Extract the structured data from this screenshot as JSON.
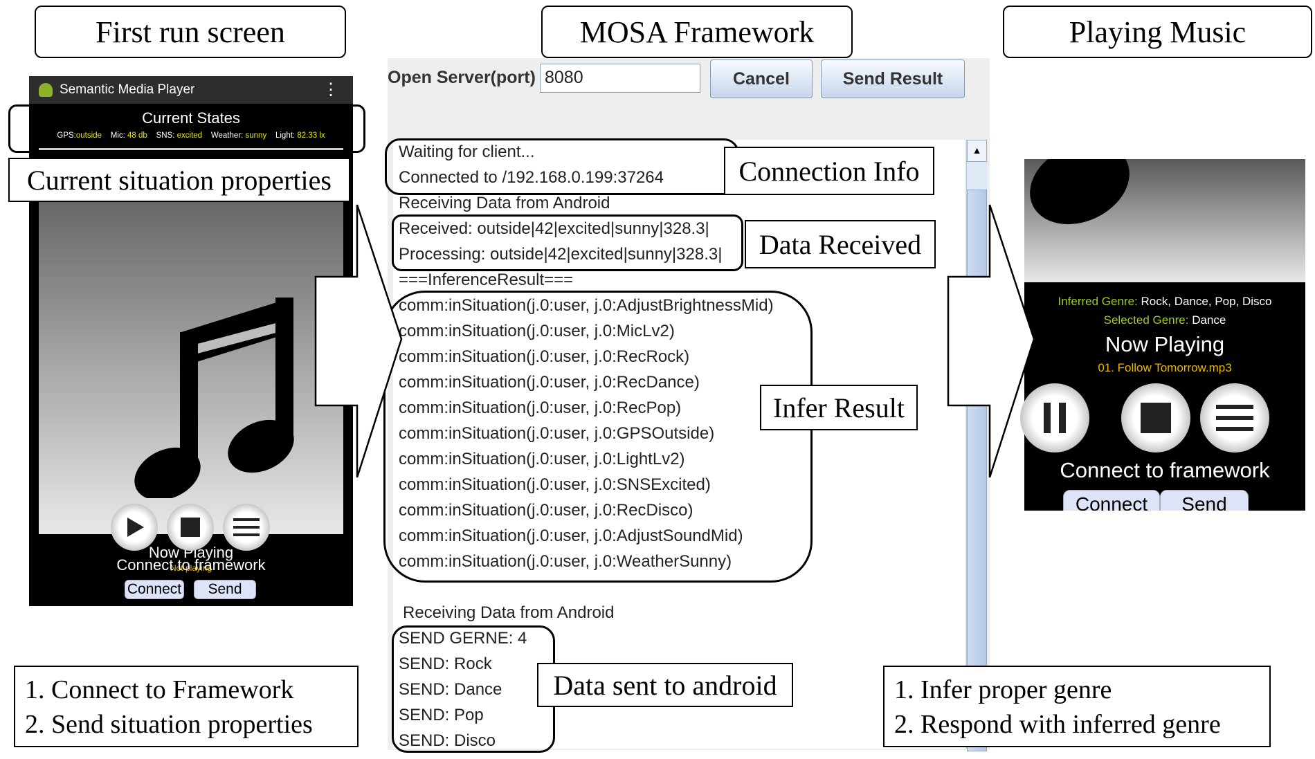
{
  "titles": {
    "left": "First run screen",
    "center": "MOSA Framework",
    "right": "Playing Music"
  },
  "left_phone": {
    "app_title": "Semantic Media Player",
    "current_states": "Current States",
    "states_line": [
      {
        "label": "GPS:",
        "value": "outside"
      },
      {
        "label": "Mic:",
        "value": "48 db"
      },
      {
        "label": "SNS:",
        "value": "excited"
      },
      {
        "label": "Weather:",
        "value": "sunny"
      },
      {
        "label": "Light:",
        "value": "82.33 lx"
      }
    ],
    "now_playing": "Now Playing",
    "not_playing": "Not playing",
    "connect_label": "Connect to framework",
    "connect_btn": "Connect",
    "send_btn": "Send",
    "value_color": "#e8e800"
  },
  "callouts": {
    "current_situation": "Current situation properties",
    "connection_info": "Connection Info",
    "data_received": "Data Received",
    "infer_result": "Infer Result",
    "data_sent": "Data sent to android"
  },
  "server": {
    "port_label": "Open Server(port)",
    "port_value": "8080",
    "cancel": "Cancel",
    "send_result": "Send Result"
  },
  "log": [
    "Waiting for client...",
    "Connected to /192.168.0.199:37264",
    "Receiving Data from Android",
    "Received: outside|42|excited|sunny|328.3|",
    "Processing: outside|42|excited|sunny|328.3|",
    "===InferenceResult===",
    "comm:inSituation(j.0:user, j.0:AdjustBrightnessMid)",
    "comm:inSituation(j.0:user, j.0:MicLv2)",
    "comm:inSituation(j.0:user, j.0:RecRock)",
    "comm:inSituation(j.0:user, j.0:RecDance)",
    "comm:inSituation(j.0:user, j.0:RecPop)",
    "comm:inSituation(j.0:user, j.0:GPSOutside)",
    "comm:inSituation(j.0:user, j.0:LightLv2)",
    "comm:inSituation(j.0:user, j.0:SNSExcited)",
    "comm:inSituation(j.0:user, j.0:RecDisco)",
    "comm:inSituation(j.0:user, j.0:AdjustSoundMid)",
    "comm:inSituation(j.0:user, j.0:WeatherSunny)",
    "",
    "Receiving Data from Android",
    "SEND GERNE: 4",
    "SEND: Rock",
    "SEND: Dance",
    "SEND: Pop",
    "SEND: Disco"
  ],
  "right_phone": {
    "inferred_label": "Inferred Genre:",
    "inferred_value": "Rock, Dance, Pop, Disco",
    "selected_label": "Selected Genre:",
    "selected_value": "Dance",
    "now_playing": "Now Playing",
    "track": "01. Follow Tomorrow.mp3",
    "connect_label": "Connect to framework",
    "connect_btn": "Connect",
    "send_btn": "Send",
    "label_color": "#9ccc2a",
    "track_color": "#e8b800"
  },
  "notes": {
    "left": [
      "1.  Connect to Framework",
      "2.  Send situation properties"
    ],
    "right": [
      "1.  Infer proper genre",
      "2.  Respond with inferred genre"
    ]
  }
}
